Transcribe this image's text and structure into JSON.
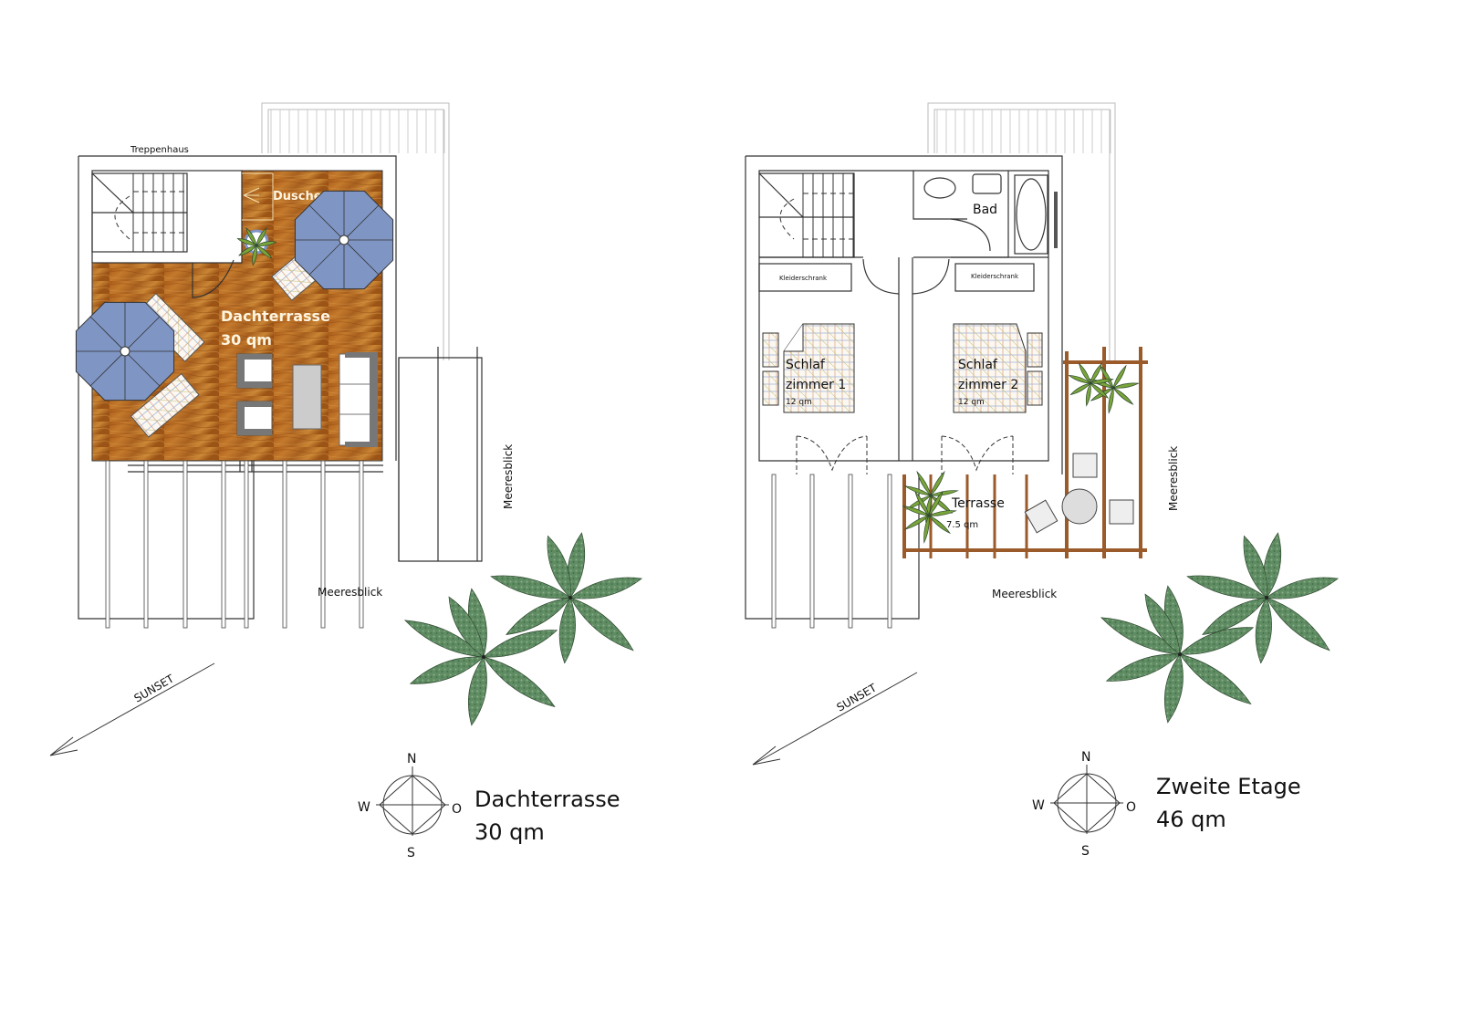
{
  "left_plan": {
    "stairwell_label": "Treppenhaus",
    "shower_label": "Dusche",
    "terrace_label": "Dachterrasse",
    "terrace_area": "30 qm",
    "sea_view_side": "Meeresblick",
    "sea_view_bottom": "Meeresblick",
    "sunset_label": "SUNSET",
    "compass": {
      "n": "N",
      "s": "S",
      "w": "W",
      "e": "O"
    },
    "title": "Dachterrasse",
    "title_area": "30 qm"
  },
  "right_plan": {
    "bath_label": "Bad",
    "wardrobe_1": "Kleiderschrank",
    "wardrobe_2": "Kleiderschrank",
    "bedroom_1_line1": "Schlaf",
    "bedroom_1_line2": "zimmer 1",
    "bedroom_1_area": "12 qm",
    "bedroom_2_line1": "Schlaf",
    "bedroom_2_line2": "zimmer 2",
    "bedroom_2_area": "12 qm",
    "terrace_label": "Terrasse",
    "terrace_area": "7.5 qm",
    "sea_view_side": "Meeresblick",
    "sea_view_bottom": "Meeresblick",
    "sunset_label": "SUNSET",
    "compass": {
      "n": "N",
      "s": "S",
      "w": "W",
      "e": "O"
    },
    "title": "Zweite  Etage",
    "title_area": "46 qm"
  },
  "colors": {
    "wood": "#b0641e",
    "umbrella": "#7f95c4",
    "palm": "#5d8a5e",
    "pergola": "#9a5a2a",
    "small_palm": "#7aa53a"
  }
}
